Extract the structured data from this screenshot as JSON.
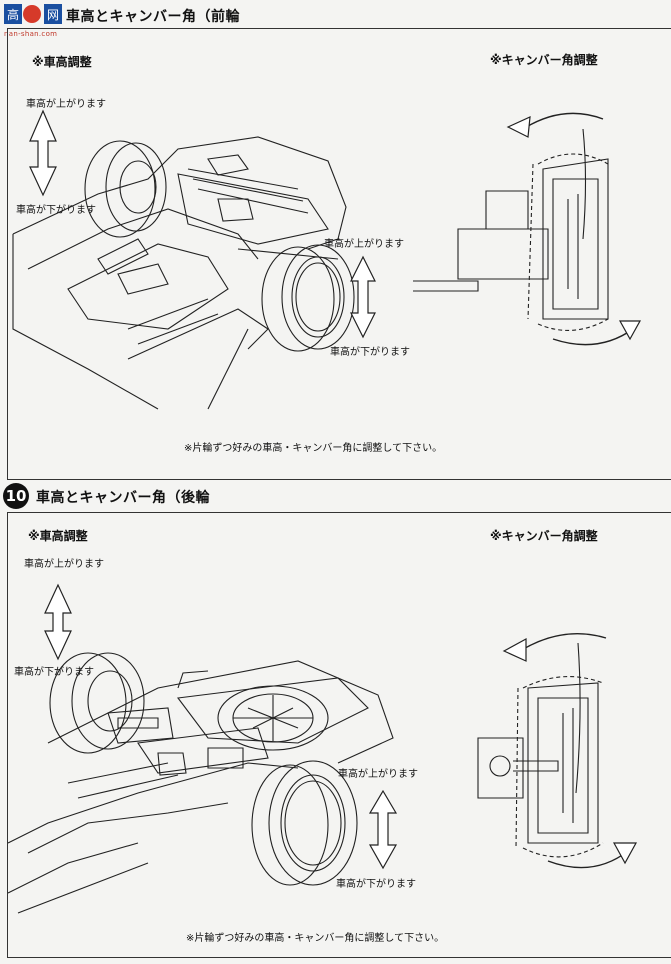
{
  "watermark": {
    "text": "nan-shan.com"
  },
  "step_front": {
    "title": "車高とキャンバー角（前輪",
    "ride_height_heading": "※車高調整",
    "camber_heading": "※キャンバー角調整",
    "label_up_left": "車高が上がります",
    "label_down_left": "車高が下がります",
    "label_up_right": "車高が上がります",
    "label_down_right": "車高が下がります",
    "note": "※片輪ずつ好みの車高・キャンバー角に調整して下さい。"
  },
  "step_rear": {
    "number": "10",
    "title": "車高とキャンバー角（後輪",
    "ride_height_heading": "※車高調整",
    "camber_heading": "※キャンバー角調整",
    "label_up_left": "車高が上がります",
    "label_down_left": "車高が下がります",
    "label_up_right": "車高が上がります",
    "label_down_right": "車高が下がります",
    "note": "※片輪ずつ好みの車高・キャンバー角に調整して下さい。"
  }
}
